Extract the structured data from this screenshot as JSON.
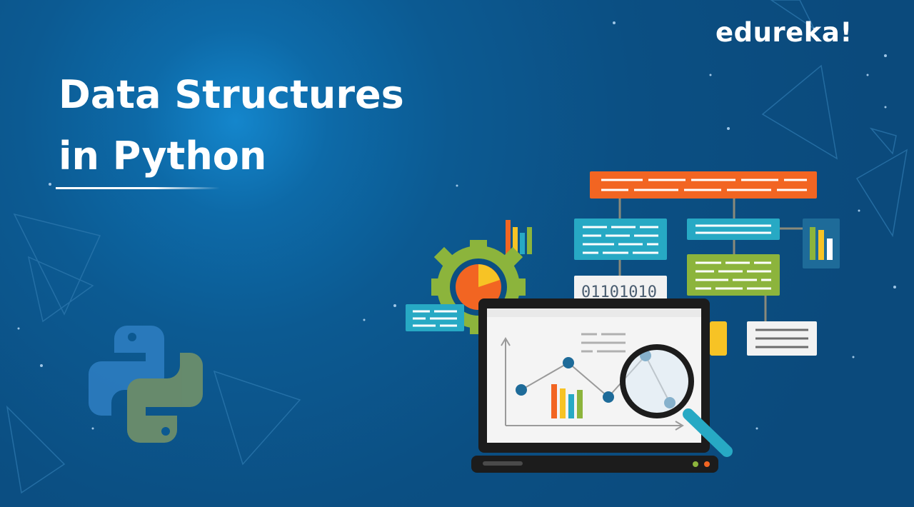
{
  "brand": {
    "name": "edureka!"
  },
  "title": {
    "line1": "Data Structures",
    "line2": "in Python"
  },
  "illustration": {
    "binary_text": "01101010",
    "colors": {
      "orange": "#f26522",
      "teal": "#27a9c4",
      "green": "#8cb43c",
      "yellow": "#f7c325",
      "white": "#ffffff",
      "dark": "#1c1c1c"
    }
  },
  "icons": [
    "python-logo",
    "gear-icon",
    "magnifier-icon",
    "laptop-icon",
    "bar-chart-icon"
  ]
}
